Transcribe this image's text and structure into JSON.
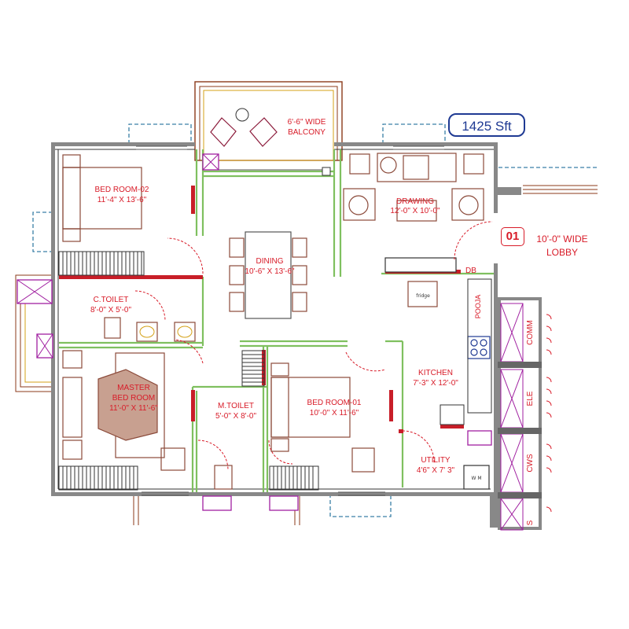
{
  "area": "1425 Sft",
  "balcony": {
    "line1": "6'-6\" WIDE",
    "line2": "BALCONY"
  },
  "drawing": {
    "name": "DRAWING",
    "size": "12'-0\" X 10'-0\""
  },
  "dining": {
    "name": "DINING",
    "size": "10'-6\" X 13'-6\""
  },
  "bedroom02": {
    "name": "BED ROOM-02",
    "size": "11'-4\" X 13'-6\""
  },
  "ctoilet": {
    "name": "C.TOILET",
    "size": "8'-0\" X 5'-0\""
  },
  "master": {
    "line1": "MASTER",
    "line2": "BED ROOM",
    "size": "11'-0\" X 11'-6\""
  },
  "mtoilet": {
    "name": "M.TOILET",
    "size": "5'-0\" X 8'-0\""
  },
  "bedroom01": {
    "name": "BED ROOM-01",
    "size": "10'-0\" X 11'-6\""
  },
  "kitchen": {
    "name": "KITCHEN",
    "size": "7'-3\" X 12'-0\""
  },
  "utility": {
    "name": "UTILITY",
    "size": "4'6\" X 7' 3\""
  },
  "lobby": {
    "number": "01",
    "line1": "10'-0\" WIDE",
    "line2": "LOBBY"
  },
  "db": "DB",
  "pooja": "POOJA",
  "fridge": "fridge",
  "wm": "W M",
  "shafts": {
    "comm": "COMM",
    "ele": "ELE",
    "cws": "CWS",
    "s": "S"
  }
}
